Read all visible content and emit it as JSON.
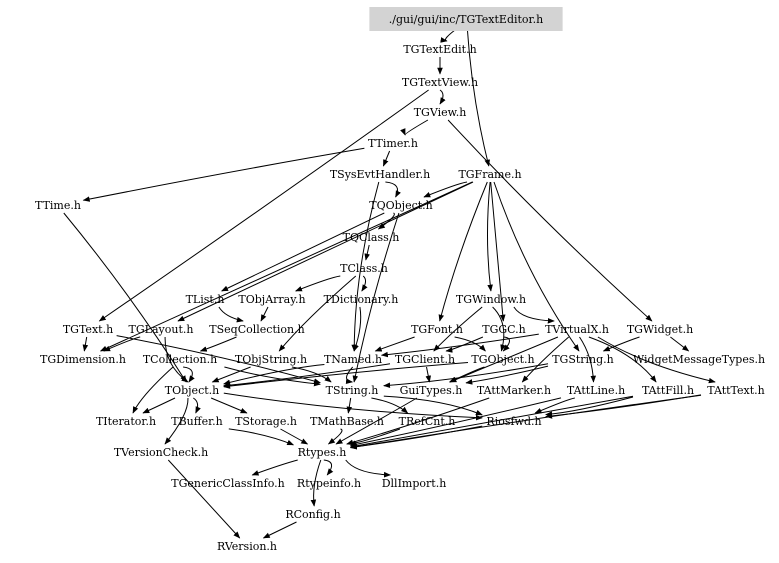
{
  "graph": {
    "root": "root",
    "nodes": [
      {
        "id": "root",
        "label": "./gui/gui/inc/TGTextEditor.h"
      },
      {
        "id": "TGTextEdit",
        "label": "TGTextEdit.h"
      },
      {
        "id": "TGTextView",
        "label": "TGTextView.h"
      },
      {
        "id": "TGView",
        "label": "TGView.h"
      },
      {
        "id": "TTimer",
        "label": "TTimer.h"
      },
      {
        "id": "TSysEvtHandler",
        "label": "TSysEvtHandler.h"
      },
      {
        "id": "TGFrame",
        "label": "TGFrame.h"
      },
      {
        "id": "TTime",
        "label": "TTime.h"
      },
      {
        "id": "TQObject",
        "label": "TQObject.h"
      },
      {
        "id": "TQClass",
        "label": "TQClass.h"
      },
      {
        "id": "TClass",
        "label": "TClass.h"
      },
      {
        "id": "TList",
        "label": "TList.h"
      },
      {
        "id": "TObjArray",
        "label": "TObjArray.h"
      },
      {
        "id": "TDictionary",
        "label": "TDictionary.h"
      },
      {
        "id": "TGWindow",
        "label": "TGWindow.h"
      },
      {
        "id": "TGText",
        "label": "TGText.h"
      },
      {
        "id": "TGLayout",
        "label": "TGLayout.h"
      },
      {
        "id": "TSeqCollection",
        "label": "TSeqCollection.h"
      },
      {
        "id": "TGFont",
        "label": "TGFont.h"
      },
      {
        "id": "TGGC",
        "label": "TGGC.h"
      },
      {
        "id": "TVirtualX",
        "label": "TVirtualX.h"
      },
      {
        "id": "TGWidget",
        "label": "TGWidget.h"
      },
      {
        "id": "TGDimension",
        "label": "TGDimension.h"
      },
      {
        "id": "TCollection",
        "label": "TCollection.h"
      },
      {
        "id": "TObjString",
        "label": "TObjString.h"
      },
      {
        "id": "TNamed",
        "label": "TNamed.h"
      },
      {
        "id": "TGClient",
        "label": "TGClient.h"
      },
      {
        "id": "TGObject",
        "label": "TGObject.h"
      },
      {
        "id": "TGString",
        "label": "TGString.h"
      },
      {
        "id": "WidgetMessageTypes",
        "label": "WidgetMessageTypes.h"
      },
      {
        "id": "TObject",
        "label": "TObject.h"
      },
      {
        "id": "TString",
        "label": "TString.h"
      },
      {
        "id": "GuiTypes",
        "label": "GuiTypes.h"
      },
      {
        "id": "TAttMarker",
        "label": "TAttMarker.h"
      },
      {
        "id": "TAttLine",
        "label": "TAttLine.h"
      },
      {
        "id": "TAttFill",
        "label": "TAttFill.h"
      },
      {
        "id": "TAttText",
        "label": "TAttText.h"
      },
      {
        "id": "TIterator",
        "label": "TIterator.h"
      },
      {
        "id": "TBuffer",
        "label": "TBuffer.h"
      },
      {
        "id": "TStorage",
        "label": "TStorage.h"
      },
      {
        "id": "TMathBase",
        "label": "TMathBase.h"
      },
      {
        "id": "TRefCnt",
        "label": "TRefCnt.h"
      },
      {
        "id": "Riosfwd",
        "label": "Riosfwd.h"
      },
      {
        "id": "TVersionCheck",
        "label": "TVersionCheck.h"
      },
      {
        "id": "Rtypes",
        "label": "Rtypes.h"
      },
      {
        "id": "TGenericClassInfo",
        "label": "TGenericClassInfo.h"
      },
      {
        "id": "Rtypeinfo",
        "label": "Rtypeinfo.h"
      },
      {
        "id": "DllImport",
        "label": "DllImport.h"
      },
      {
        "id": "RConfig",
        "label": "RConfig.h"
      },
      {
        "id": "RVersion",
        "label": "RVersion.h"
      }
    ],
    "edges": [
      [
        "root",
        "TGTextEdit"
      ],
      [
        "root",
        "TGFrame"
      ],
      [
        "TGTextEdit",
        "TGTextView"
      ],
      [
        "TGTextView",
        "TGView"
      ],
      [
        "TGTextView",
        "TGText"
      ],
      [
        "TGView",
        "TTimer"
      ],
      [
        "TGView",
        "TGWidget"
      ],
      [
        "TTimer",
        "TSysEvtHandler"
      ],
      [
        "TTimer",
        "TTime"
      ],
      [
        "TSysEvtHandler",
        "TQObject"
      ],
      [
        "TSysEvtHandler",
        "TNamed"
      ],
      [
        "TGFrame",
        "TGWindow"
      ],
      [
        "TGFrame",
        "TGDimension"
      ],
      [
        "TGFrame",
        "TGLayout"
      ],
      [
        "TGFrame",
        "TQObject"
      ],
      [
        "TGFrame",
        "TGString"
      ],
      [
        "TGFrame",
        "TGFont"
      ],
      [
        "TGFrame",
        "TGGC"
      ],
      [
        "TTime",
        "TObject"
      ],
      [
        "TQObject",
        "TQClass"
      ],
      [
        "TQObject",
        "TList"
      ],
      [
        "TQObject",
        "TString"
      ],
      [
        "TQClass",
        "TClass"
      ],
      [
        "TClass",
        "TDictionary"
      ],
      [
        "TClass",
        "TObjArray"
      ],
      [
        "TClass",
        "TObjString"
      ],
      [
        "TList",
        "TSeqCollection"
      ],
      [
        "TObjArray",
        "TSeqCollection"
      ],
      [
        "TDictionary",
        "TNamed"
      ],
      [
        "TGWindow",
        "TGObject"
      ],
      [
        "TGWindow",
        "TVirtualX"
      ],
      [
        "TGWindow",
        "TGClient"
      ],
      [
        "TGText",
        "TGDimension"
      ],
      [
        "TGText",
        "TString"
      ],
      [
        "TGLayout",
        "TGDimension"
      ],
      [
        "TGLayout",
        "TObject"
      ],
      [
        "TSeqCollection",
        "TCollection"
      ],
      [
        "TGFont",
        "TNamed"
      ],
      [
        "TGFont",
        "TGObject"
      ],
      [
        "TGGC",
        "TGObject"
      ],
      [
        "TGGC",
        "TGClient"
      ],
      [
        "TVirtualX",
        "TNamed"
      ],
      [
        "TVirtualX",
        "GuiTypes"
      ],
      [
        "TVirtualX",
        "TAttLine"
      ],
      [
        "TVirtualX",
        "TAttFill"
      ],
      [
        "TVirtualX",
        "TAttText"
      ],
      [
        "TVirtualX",
        "TAttMarker"
      ],
      [
        "TGWidget",
        "WidgetMessageTypes"
      ],
      [
        "TGWidget",
        "TGString"
      ],
      [
        "TCollection",
        "TObject"
      ],
      [
        "TCollection",
        "TIterator"
      ],
      [
        "TCollection",
        "TString"
      ],
      [
        "TObjString",
        "TObject"
      ],
      [
        "TObjString",
        "TString"
      ],
      [
        "TNamed",
        "TObject"
      ],
      [
        "TNamed",
        "TString"
      ],
      [
        "TGClient",
        "TObject"
      ],
      [
        "TGClient",
        "GuiTypes"
      ],
      [
        "TGObject",
        "TObject"
      ],
      [
        "TGObject",
        "GuiTypes"
      ],
      [
        "TGString",
        "TString"
      ],
      [
        "TGString",
        "GuiTypes"
      ],
      [
        "TObject",
        "TStorage"
      ],
      [
        "TObject",
        "TBuffer"
      ],
      [
        "TObject",
        "TVersionCheck"
      ],
      [
        "TObject",
        "Riosfwd"
      ],
      [
        "TObject",
        "TIterator"
      ],
      [
        "TString",
        "TMathBase"
      ],
      [
        "TString",
        "TRefCnt"
      ],
      [
        "TString",
        "Riosfwd"
      ],
      [
        "TAttMarker",
        "Rtypes"
      ],
      [
        "TAttLine",
        "Rtypes"
      ],
      [
        "TAttFill",
        "Rtypes"
      ],
      [
        "TAttText",
        "Rtypes"
      ],
      [
        "TAttLine",
        "Riosfwd"
      ],
      [
        "TAttFill",
        "Riosfwd"
      ],
      [
        "TAttText",
        "Riosfwd"
      ],
      [
        "TStorage",
        "Rtypes"
      ],
      [
        "TBuffer",
        "Rtypes"
      ],
      [
        "TMathBase",
        "Rtypes"
      ],
      [
        "TRefCnt",
        "Rtypes"
      ],
      [
        "Riosfwd",
        "Rtypes"
      ],
      [
        "TVersionCheck",
        "RVersion"
      ],
      [
        "Rtypes",
        "TGenericClassInfo"
      ],
      [
        "Rtypes",
        "Rtypeinfo"
      ],
      [
        "Rtypes",
        "DllImport"
      ],
      [
        "Rtypes",
        "RConfig"
      ],
      [
        "RConfig",
        "RVersion"
      ],
      [
        "GuiTypes",
        "Rtypes"
      ]
    ]
  }
}
